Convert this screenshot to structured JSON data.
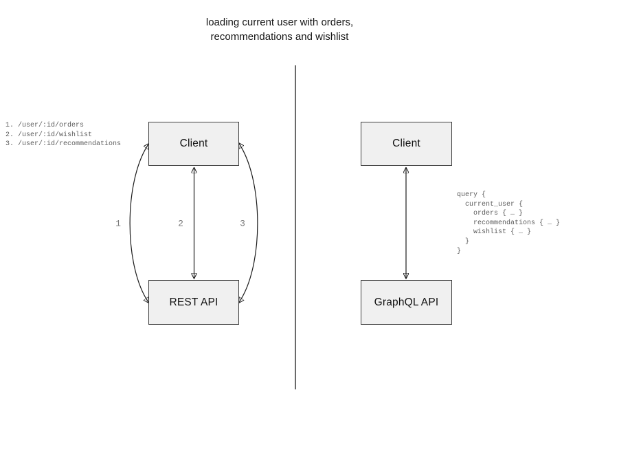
{
  "title": {
    "line1": "loading current user with orders,",
    "line2": "recommendations and wishlist"
  },
  "rest_side": {
    "client_label": "Client",
    "api_label": "REST API",
    "endpoints": [
      "1. /user/:id/orders",
      "2. /user/:id/wishlist",
      "3. /user/:id/recommendations"
    ],
    "arrow_labels": [
      "1",
      "2",
      "3"
    ]
  },
  "graphql_side": {
    "client_label": "Client",
    "api_label": "GraphQL API",
    "query_lines": [
      "query {",
      "  current_user {",
      "    orders { … }",
      "    recommendations { … }",
      "    wishlist { … }",
      "  }",
      "}"
    ]
  },
  "colors": {
    "background": "#ffffff",
    "box_fill": "#f0f0f0",
    "box_border": "#3d3d3d",
    "arrow": "#1a1a1a",
    "divider": "#6a6a6a",
    "muted_code_text": "#5c5c5c",
    "arrow_label_text": "#7b7b7b",
    "title_text": "#161616"
  }
}
